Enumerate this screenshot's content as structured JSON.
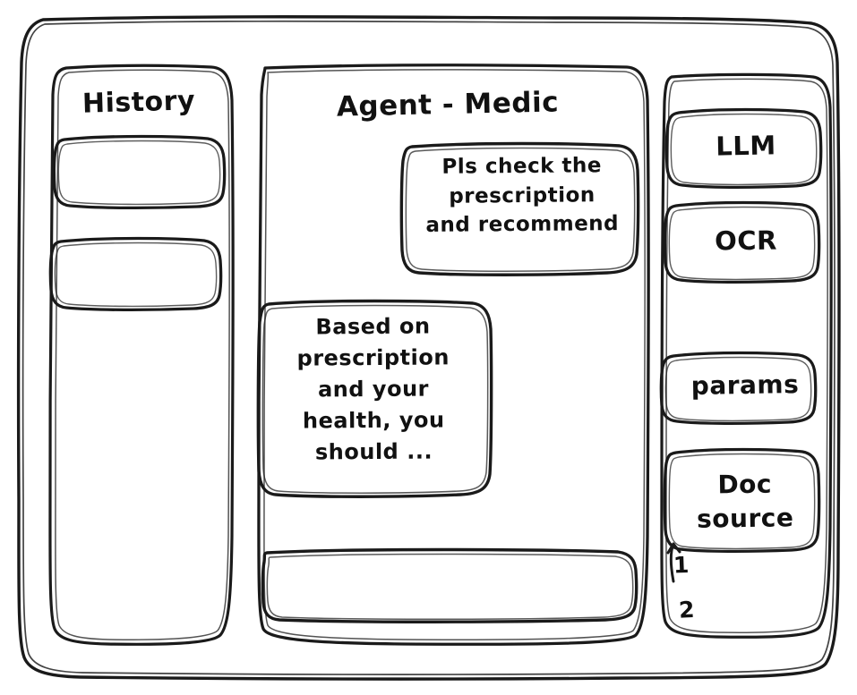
{
  "window": {
    "name": "agent-wireframe-window",
    "style": "hand-drawn-wireframe",
    "ink_color": "#1a1a1a",
    "background_color": "#ffffff"
  },
  "sidebar_left": {
    "title": "History",
    "items": [
      {
        "label": "",
        "name": "history-item-1"
      },
      {
        "label": "",
        "name": "history-item-2"
      }
    ]
  },
  "main": {
    "title": "Agent - Medic",
    "messages": [
      {
        "role": "user",
        "align": "right",
        "text": "Pls check the\nprescription\nand recommend"
      },
      {
        "role": "assistant",
        "align": "left",
        "text": "Based on\nprescription\nand your\nhealth, you\nshould ..."
      }
    ],
    "composer": {
      "value": "",
      "placeholder": ""
    }
  },
  "sidebar_right": {
    "buttons": [
      {
        "label": "LLM",
        "name": "llm-button"
      },
      {
        "label": "OCR",
        "name": "ocr-button"
      },
      {
        "label": "params",
        "name": "params-button"
      },
      {
        "label": "Doc\nsource",
        "name": "doc-source-button"
      }
    ],
    "doc_list": [
      {
        "label": "1"
      },
      {
        "label": "2"
      }
    ]
  }
}
